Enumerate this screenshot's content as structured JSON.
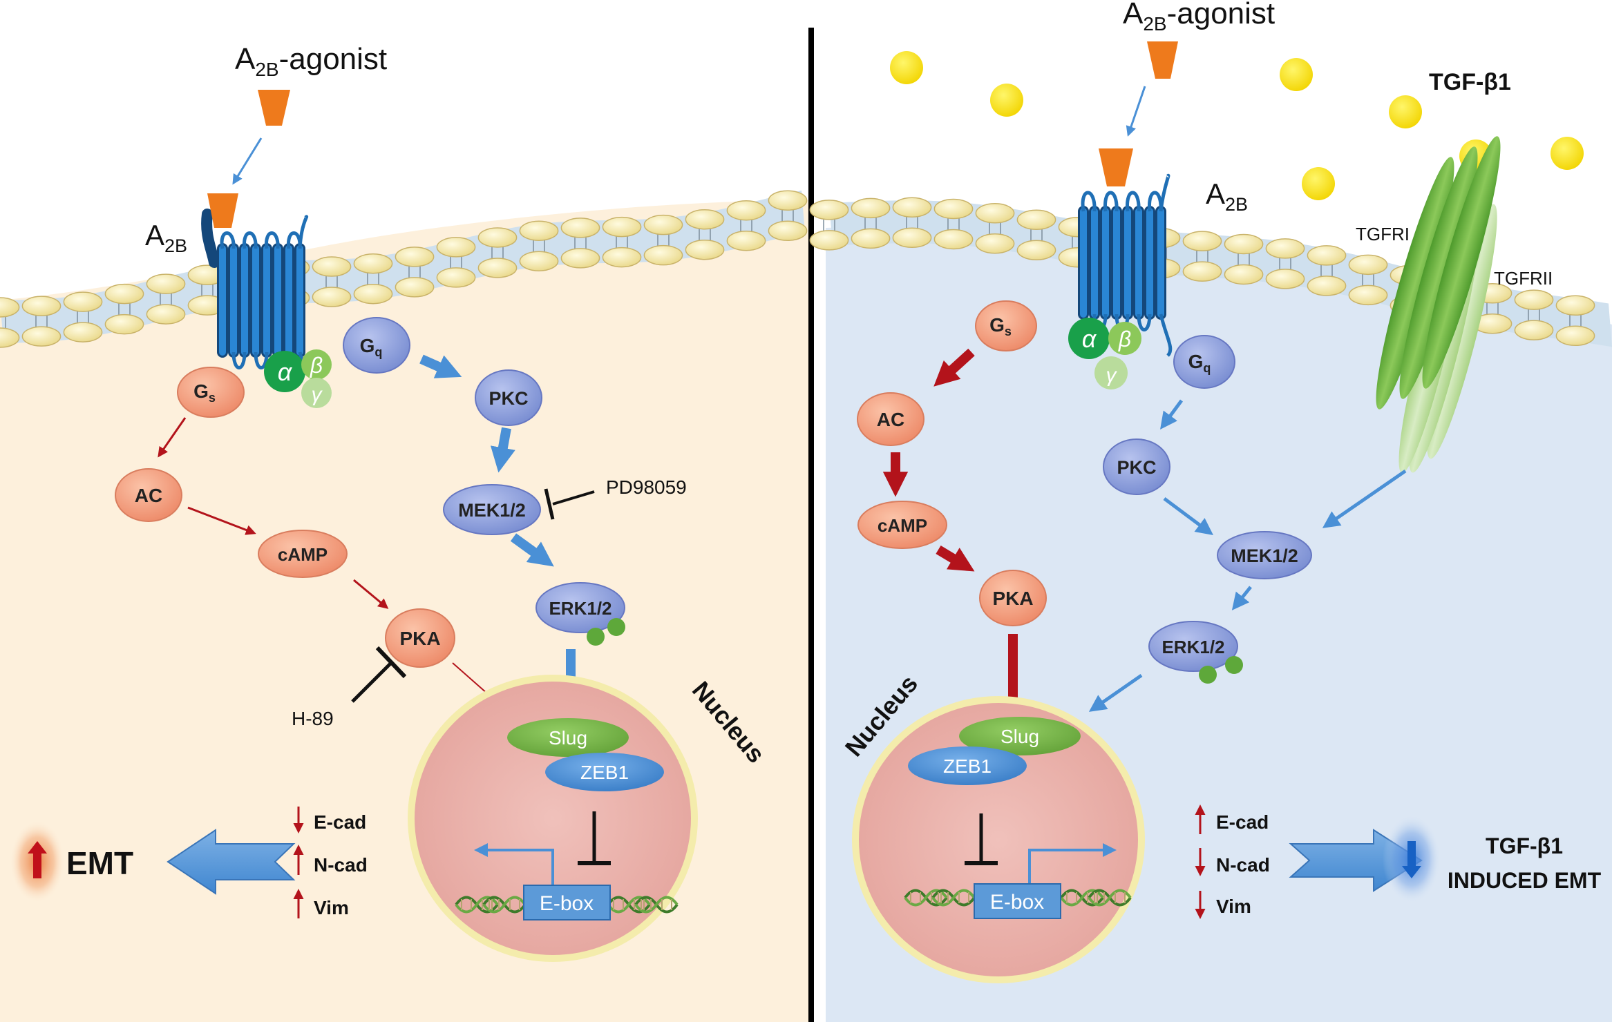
{
  "left_panel": {
    "agonist_label": {
      "main": "A",
      "sub": "2B",
      "tail": "-agonist"
    },
    "receptor_label": {
      "main": "A",
      "sub": "2B"
    },
    "g_alpha": "α",
    "g_beta": "β",
    "g_gamma": "γ",
    "gs": {
      "main": "G",
      "sub": "s"
    },
    "gq": {
      "main": "G",
      "sub": "q"
    },
    "ac": "AC",
    "camp": "cAMP",
    "pka": "PKA",
    "pkc": "PKC",
    "mek": "MEK1/2",
    "erk": "ERK1/2",
    "inhibitor_pd": "PD98059",
    "inhibitor_h89": "H-89",
    "nucleus": "Nucleus",
    "slug": "Slug",
    "zeb1": "ZEB1",
    "ebox": "E-box",
    "markers": [
      "E-cad",
      "N-cad",
      "Vim"
    ],
    "outcome": "EMT"
  },
  "right_panel": {
    "agonist_label": {
      "main": "A",
      "sub": "2B",
      "tail": "-agonist"
    },
    "receptor_label": {
      "main": "A",
      "sub": "2B"
    },
    "ligand_label": "TGF-β1",
    "tgfr1": "TGFRI",
    "tgfr2": "TGFRII",
    "g_alpha": "α",
    "g_beta": "β",
    "g_gamma": "γ",
    "gs": {
      "main": "G",
      "sub": "s"
    },
    "gq": {
      "main": "G",
      "sub": "q"
    },
    "ac": "AC",
    "camp": "cAMP",
    "pka": "PKA",
    "pkc": "PKC",
    "mek": "MEK1/2",
    "erk": "ERK1/2",
    "nucleus": "Nucleus",
    "slug": "Slug",
    "zeb1": "ZEB1",
    "ebox": "E-box",
    "markers": [
      "E-cad",
      "N-cad",
      "Vim"
    ],
    "outcome_line1": "TGF-β1",
    "outcome_line2": "INDUCED EMT"
  },
  "colors": {
    "left_cytoplasm": "#fdf0dc",
    "right_cytoplasm": "#dce7f4",
    "membrane_head": "#f6e9a6",
    "receptor": "#1f6fb5",
    "orange_node": "#f39a7a",
    "blue_node": "#8c9fd8",
    "nucleus_fill": "#eab3ad",
    "nucleus_rim": "#f4ecac",
    "slug": "#77b84a",
    "zeb1": "#4a90d6",
    "inhibit_red": "#b3131b",
    "activate_blue": "#4a90d6",
    "tgf_green": "#5fa83a",
    "ligand_yellow": "#ffe800"
  }
}
